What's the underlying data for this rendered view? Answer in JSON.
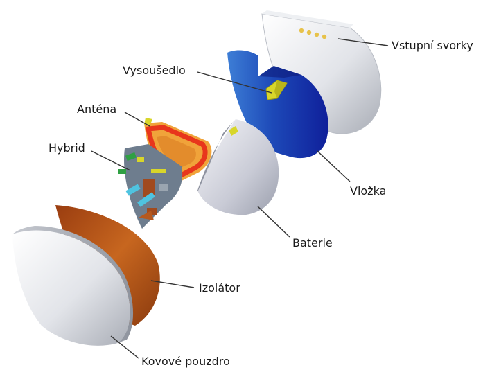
{
  "labels": {
    "terminals": "Vstupní svorky",
    "desiccant": "Vysoušedlo",
    "antenna": "Anténa",
    "hybrid": "Hybrid",
    "insert": "Vložka",
    "battery": "Baterie",
    "insulator": "Izolátor",
    "metal_case": "Kovové pouzdro"
  },
  "colors": {
    "silver": "#d9dbe0",
    "insert_blue": "#1f3fb0",
    "insulator_orange": "#c0661c",
    "antenna_red": "#e8361c",
    "antenna_orange": "#f0a33a",
    "desiccant_yellow": "#d8d62a",
    "hybrid_board": "#6e7d8e",
    "terminal_gold": "#e7c24a"
  }
}
